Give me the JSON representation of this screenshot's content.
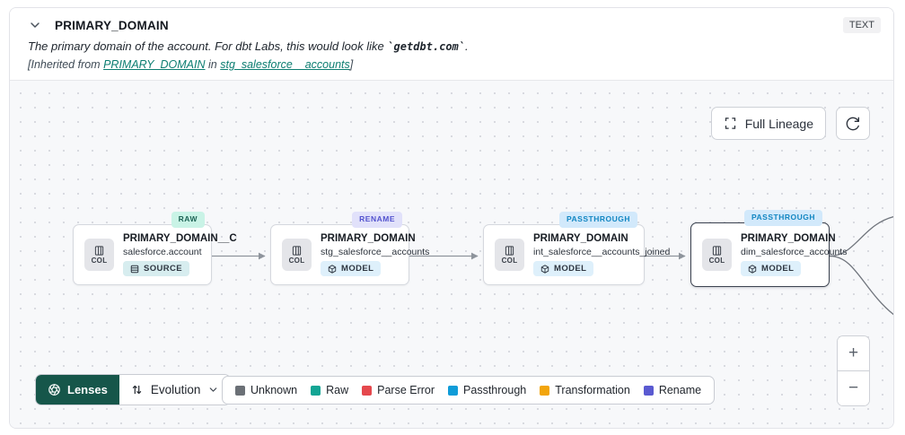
{
  "header": {
    "title": "PRIMARY_DOMAIN",
    "type_badge": "TEXT",
    "description_prefix": "The primary domain of the account. For dbt Labs, this would look like ",
    "description_code": "`getdbt.com`",
    "description_suffix": ".",
    "inherited_prefix": "[Inherited from ",
    "inherited_link_column": "PRIMARY_DOMAIN",
    "inherited_middle": " in ",
    "inherited_link_model": "stg_salesforce__accounts",
    "inherited_suffix": "]"
  },
  "toolbar": {
    "full_lineage_label": "Full Lineage"
  },
  "nodes": [
    {
      "stage": "RAW",
      "title": "PRIMARY_DOMAIN__C",
      "subtitle": "salesforce.account",
      "kind": "SOURCE",
      "col_label": "COL"
    },
    {
      "stage": "RENAME",
      "title": "PRIMARY_DOMAIN",
      "subtitle": "stg_salesforce__accounts",
      "kind": "MODEL",
      "col_label": "COL"
    },
    {
      "stage": "PASSTHROUGH",
      "title": "PRIMARY_DOMAIN",
      "subtitle": "int_salesforce__accounts_joined",
      "kind": "MODEL",
      "col_label": "COL"
    },
    {
      "stage": "PASSTHROUGH",
      "title": "PRIMARY_DOMAIN",
      "subtitle": "dim_salesforce_accounts",
      "kind": "MODEL",
      "col_label": "COL"
    }
  ],
  "lenses": {
    "button_label": "Lenses",
    "selected_lens": "Evolution"
  },
  "legend": [
    {
      "label": "Unknown",
      "color": "#6b7076"
    },
    {
      "label": "Raw",
      "color": "#13a594"
    },
    {
      "label": "Parse Error",
      "color": "#e5484d"
    },
    {
      "label": "Passthrough",
      "color": "#0f9cd8"
    },
    {
      "label": "Transformation",
      "color": "#f2a50c"
    },
    {
      "label": "Rename",
      "color": "#5a5ad1"
    }
  ],
  "zoom_controls": {
    "zoom_in": "+",
    "zoom_out": "−"
  }
}
